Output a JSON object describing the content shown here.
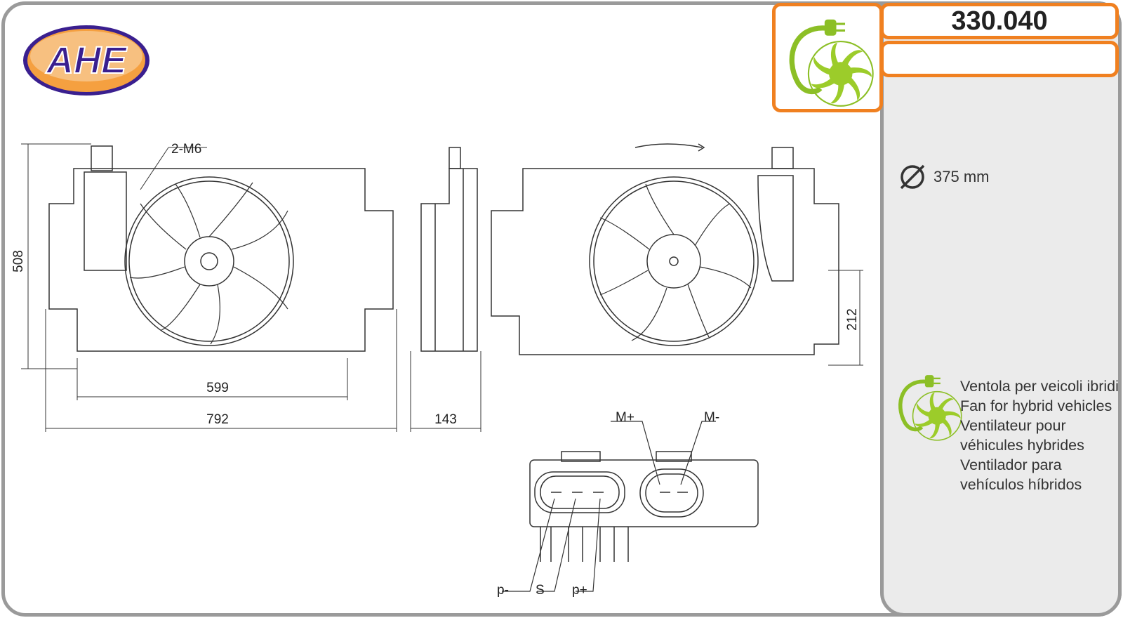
{
  "logo": {
    "text": "AHE"
  },
  "product": {
    "code": "330.040",
    "diameter": "375 mm"
  },
  "description": [
    "Ventola per veicoli ibridi",
    "Fan for hybrid vehicles",
    "Ventilateur pour",
    "véhicules hybrides",
    "Ventilador para",
    "vehículos híbridos"
  ],
  "drawing": {
    "bolt": "2-M6",
    "height": "508",
    "inner_width": "599",
    "width": "792",
    "depth": "143",
    "offset": "212"
  },
  "connector": {
    "m_plus": "M+",
    "m_minus": "M-",
    "p_minus": "p-",
    "s": "S",
    "p_plus": "p+"
  },
  "colors": {
    "orange": "#f08020",
    "green": "#8cbf26",
    "logo_blue": "#3a1f8f",
    "logo_orange": "#f5a040"
  }
}
